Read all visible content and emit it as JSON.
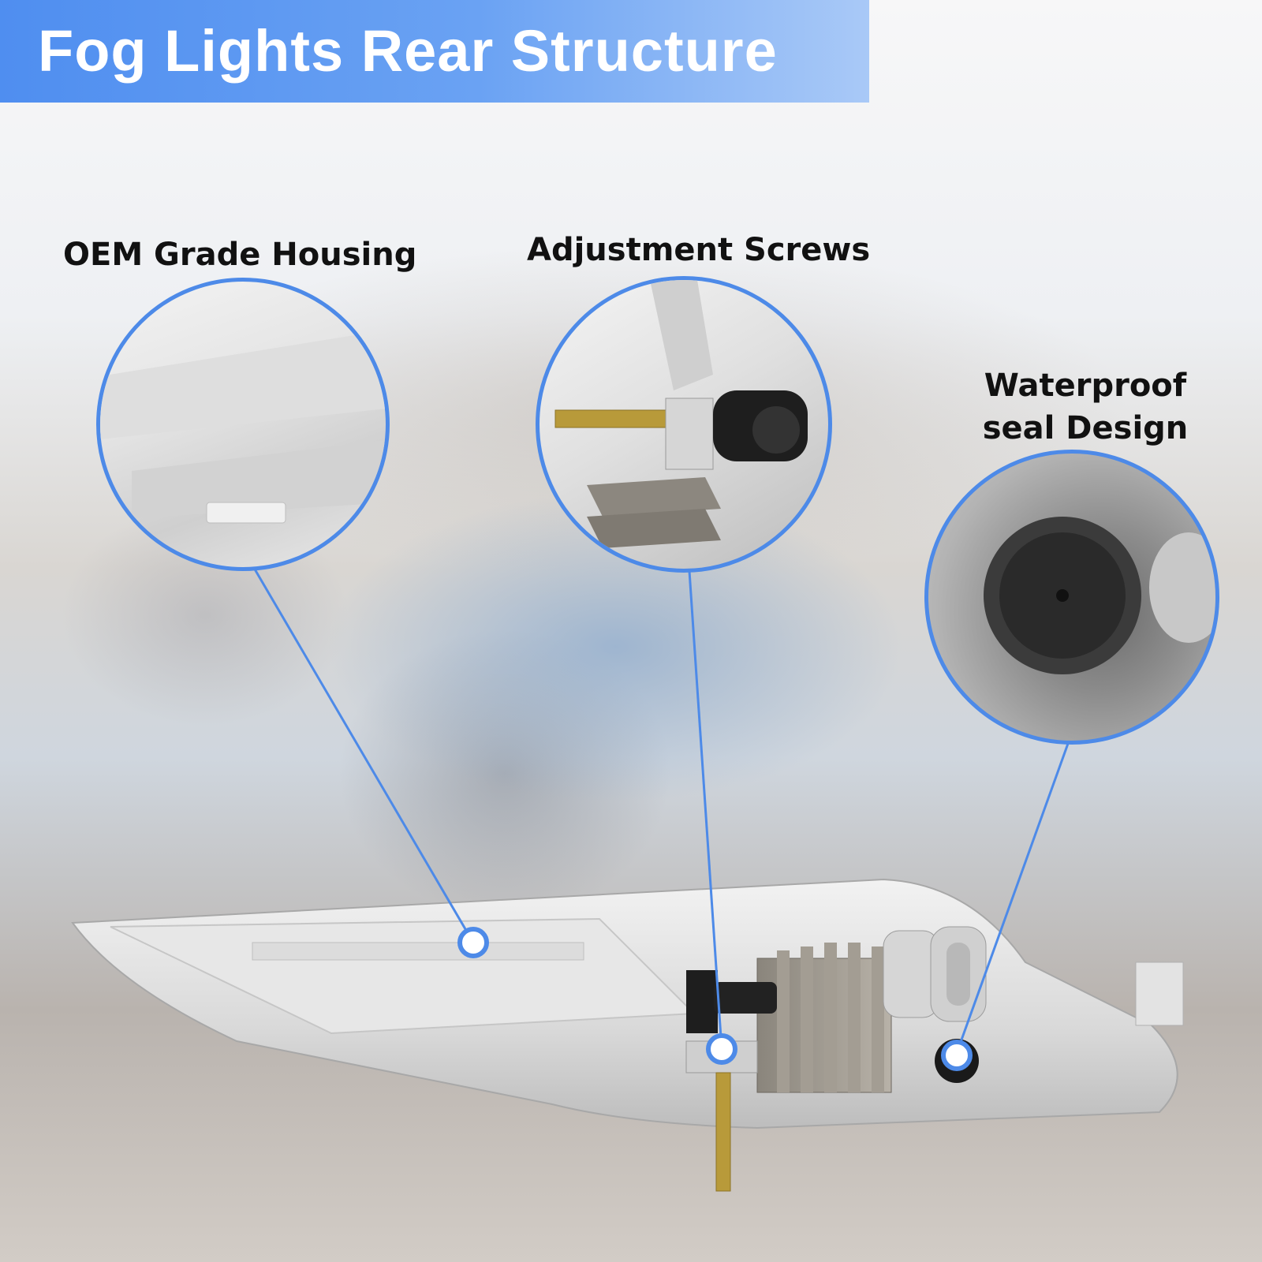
{
  "title": "Fog Lights Rear Structure",
  "callouts": {
    "housing": "OEM Grade Housing",
    "screws": "Adjustment Screws",
    "seal_line1": "Waterproof",
    "seal_line2": "seal Design"
  },
  "colors": {
    "accent": "#4d8ae8",
    "title_text": "#ffffff",
    "label_text": "#111111"
  }
}
